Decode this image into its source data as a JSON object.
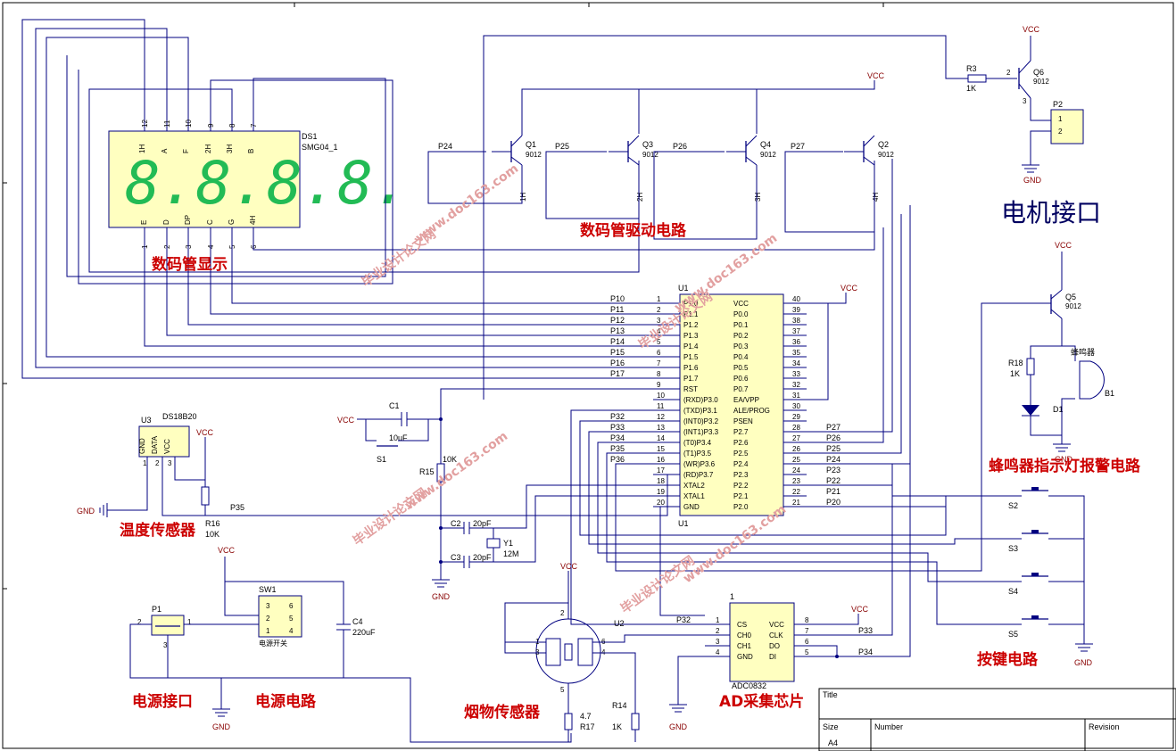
{
  "section_labels": {
    "seg_display": "数码管显示",
    "seg_driver": "数码管驱动电路",
    "motor": "电机接口",
    "buzzer": "蜂鸣器指示灯报警电路",
    "temp": "温度传感器",
    "keys": "按键电路",
    "power_port": "电源接口",
    "power_circuit": "电源电路",
    "smoke": "烟物传感器",
    "adc": "AD采集芯片"
  },
  "watermarks": [
    "毕业设计论文网",
    "www.doc163.com"
  ],
  "display": {
    "ref": "DS1",
    "part": "SMG04_1",
    "digits": "8.8.8.8.",
    "top_pins": [
      "12",
      "11",
      "10",
      "9",
      "8",
      "7"
    ],
    "top_names": [
      "1H",
      "A",
      "F",
      "2H",
      "3H",
      "B"
    ],
    "bottom_pins": [
      "1",
      "2",
      "3",
      "4",
      "5",
      "6"
    ],
    "bottom_names": [
      "E",
      "D",
      "DP",
      "C",
      "G",
      "4H"
    ]
  },
  "transistors": [
    {
      "ref": "Q1",
      "part": "9012",
      "net": "P24",
      "out": "1H"
    },
    {
      "ref": "Q3",
      "part": "9012",
      "net": "P25",
      "out": "2H"
    },
    {
      "ref": "Q4",
      "part": "9012",
      "net": "P26",
      "out": "3H"
    },
    {
      "ref": "Q2",
      "part": "9012",
      "net": "P27",
      "out": "4H"
    },
    {
      "ref": "Q6",
      "part": "9012"
    },
    {
      "ref": "Q5",
      "part": "9012"
    }
  ],
  "power": {
    "vcc": "VCC",
    "gnd": "GND"
  },
  "motor": {
    "r_ref": "R3",
    "r_val": "1K",
    "conn": "P2",
    "pins": [
      "1",
      "2"
    ],
    "pin_b": "2",
    "pin_e": "3"
  },
  "mcu": {
    "ref": "U1",
    "left_pins": [
      {
        "n": "1",
        "name": "P1.0",
        "net": "P10"
      },
      {
        "n": "2",
        "name": "P1.1",
        "net": "P11"
      },
      {
        "n": "3",
        "name": "P1.2",
        "net": "P12"
      },
      {
        "n": "4",
        "name": "P1.3",
        "net": "P13"
      },
      {
        "n": "5",
        "name": "P1.4",
        "net": "P14"
      },
      {
        "n": "6",
        "name": "P1.5",
        "net": "P15"
      },
      {
        "n": "7",
        "name": "P1.6",
        "net": "P16"
      },
      {
        "n": "8",
        "name": "P1.7",
        "net": "P17"
      },
      {
        "n": "9",
        "name": "RST",
        "net": ""
      },
      {
        "n": "10",
        "name": "(RXD)P3.0",
        "net": ""
      },
      {
        "n": "11",
        "name": "(TXD)P3.1",
        "net": ""
      },
      {
        "n": "12",
        "name": "(INT0)P3.2",
        "net": "P32"
      },
      {
        "n": "13",
        "name": "(INT1)P3.3",
        "net": "P33"
      },
      {
        "n": "14",
        "name": "(T0)P3.4",
        "net": "P34"
      },
      {
        "n": "15",
        "name": "(T1)P3.5",
        "net": "P35"
      },
      {
        "n": "16",
        "name": "(WR)P3.6",
        "net": "P36"
      },
      {
        "n": "17",
        "name": "(RD)P3.7",
        "net": ""
      },
      {
        "n": "18",
        "name": "XTAL2",
        "net": ""
      },
      {
        "n": "19",
        "name": "XTAL1",
        "net": ""
      },
      {
        "n": "20",
        "name": "GND",
        "net": ""
      }
    ],
    "right_pins": [
      {
        "n": "40",
        "name": "VCC",
        "net": ""
      },
      {
        "n": "39",
        "name": "P0.0",
        "net": ""
      },
      {
        "n": "38",
        "name": "P0.1",
        "net": ""
      },
      {
        "n": "37",
        "name": "P0.2",
        "net": ""
      },
      {
        "n": "36",
        "name": "P0.3",
        "net": ""
      },
      {
        "n": "35",
        "name": "P0.4",
        "net": ""
      },
      {
        "n": "34",
        "name": "P0.5",
        "net": ""
      },
      {
        "n": "33",
        "name": "P0.6",
        "net": ""
      },
      {
        "n": "32",
        "name": "P0.7",
        "net": ""
      },
      {
        "n": "31",
        "name": "EA/VPP",
        "net": ""
      },
      {
        "n": "30",
        "name": "ALE/PROG",
        "net": ""
      },
      {
        "n": "29",
        "name": "PSEN",
        "net": ""
      },
      {
        "n": "28",
        "name": "P2.7",
        "net": "P27"
      },
      {
        "n": "27",
        "name": "P2.6",
        "net": "P26"
      },
      {
        "n": "26",
        "name": "P2.5",
        "net": "P25"
      },
      {
        "n": "25",
        "name": "P2.4",
        "net": "P24"
      },
      {
        "n": "24",
        "name": "P2.3",
        "net": "P23"
      },
      {
        "n": "23",
        "name": "P2.2",
        "net": "P22"
      },
      {
        "n": "22",
        "name": "P2.1",
        "net": "P21"
      },
      {
        "n": "21",
        "name": "P2.0",
        "net": "P20"
      }
    ]
  },
  "reset": {
    "c_ref": "C1",
    "c_val": "10uF",
    "sw": "S1",
    "r_ref": "R15",
    "r_val": "10K"
  },
  "crystal": {
    "c2": "C2",
    "c3": "C3",
    "cval": "20pF",
    "ref": "Y1",
    "val": "12M"
  },
  "temp": {
    "ref": "U3",
    "part": "DS18B20",
    "pins": [
      "GND",
      "DATA",
      "VCC"
    ],
    "pin_nums": [
      "1",
      "2",
      "3"
    ],
    "r_ref": "R16",
    "r_val": "10K",
    "net": "P35",
    "gnd": "GND"
  },
  "power_sw": {
    "ref": "SW1",
    "label": "电源开关",
    "pins": [
      "3",
      "6",
      "2",
      "5",
      "1",
      "4"
    ],
    "port": "P1",
    "port_pins": [
      "2",
      "1",
      "3"
    ],
    "c_ref": "C4",
    "c_val": "220uF"
  },
  "smoke": {
    "ref": "U2",
    "pins": [
      "2",
      "1",
      "3",
      "6",
      "4",
      "5"
    ],
    "r17": "R17",
    "r17_val": "4.7",
    "r14": "R14",
    "r14_val": "1K"
  },
  "adc": {
    "ref": "ADC0832",
    "num": "1",
    "left": [
      "CS",
      "CH0",
      "CH1",
      "GND"
    ],
    "left_n": [
      "1",
      "2",
      "3",
      "4"
    ],
    "right": [
      "VCC",
      "CLK",
      "DO",
      "DI"
    ],
    "right_n": [
      "8",
      "7",
      "6",
      "5"
    ],
    "nets": [
      "P32",
      "P33",
      "P34"
    ]
  },
  "buzzer": {
    "ref": "B1",
    "label": "蜂鸣器",
    "led": "D1",
    "r_ref": "R18",
    "r_val": "1K"
  },
  "keys": [
    "S2",
    "S3",
    "S4",
    "S5"
  ],
  "title_block": {
    "title": "Title",
    "size": "Size",
    "size_val": "A4",
    "number": "Number",
    "revision": "Revision"
  }
}
